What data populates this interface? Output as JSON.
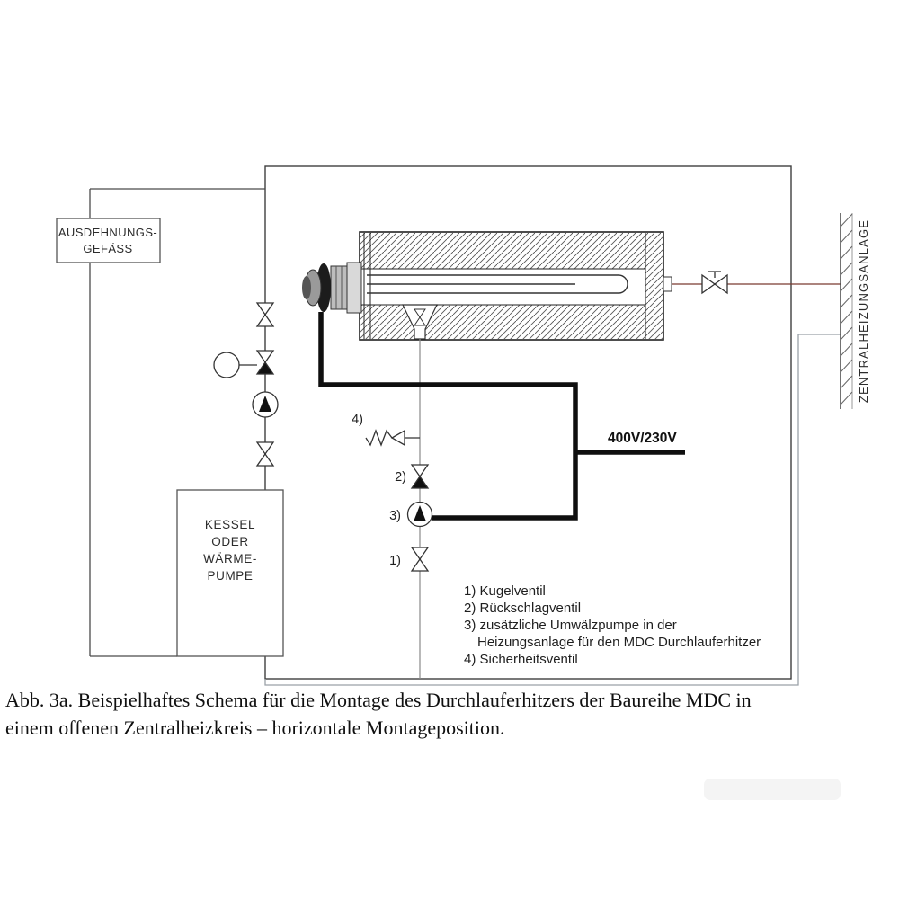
{
  "page": {
    "background": "#ffffff"
  },
  "diagram": {
    "boxes": {
      "expansion_vessel": [
        "AUSDEHNUNGS-",
        "GEFÄSS"
      ],
      "boiler": [
        "KESSEL",
        "ODER",
        "WÄRME-",
        "PUMPE"
      ]
    },
    "wall_label": "ZENTRALHEIZUNGSANLAGE",
    "voltage_label": "400V/230V",
    "component_numbers": {
      "n1": "1)",
      "n2": "2)",
      "n3": "3)",
      "n4": "4)"
    },
    "legend_lines": [
      "1) Kugelventil",
      "2) Rückschlagventil",
      "3) zusätzliche Umwälzpumpe in der",
      "Heizungsanlage für den MDC Durchlauferhitzer",
      "4) Sicherheitsventil"
    ],
    "colors": {
      "line": "#3f3f3f",
      "supply_pipe": "#7a3b32",
      "return_pipe": "#9aa1a8",
      "cable": "#0f0f0f"
    }
  },
  "caption_lines": [
    "Abb. 3a. Beispielhaftes Schema für die Montage des Durchlauferhitzers der Baureihe MDC in",
    "einem offenen Zentralheizkreis – horizontale Montageposition."
  ]
}
